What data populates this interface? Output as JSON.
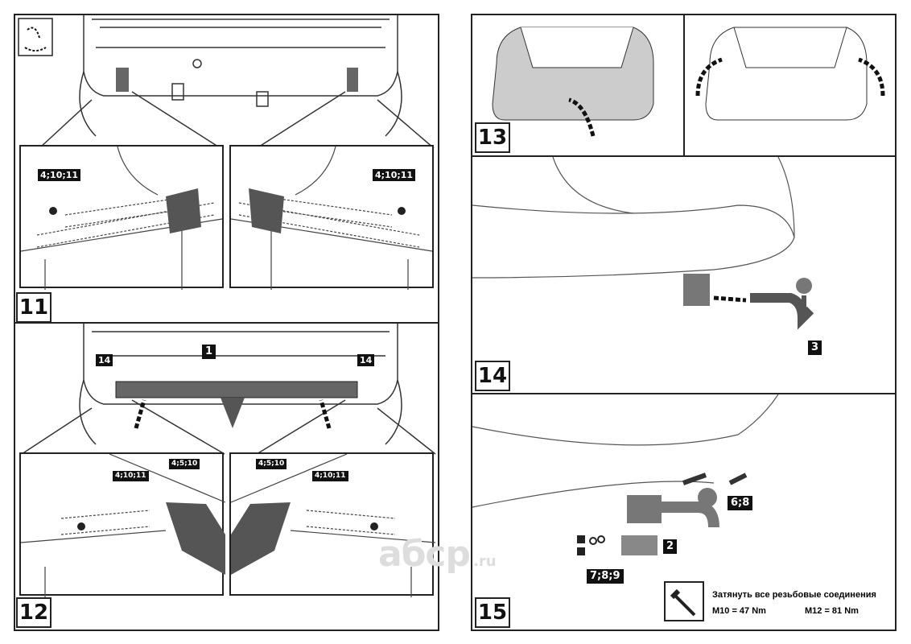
{
  "steps": {
    "s11": "11",
    "s12": "12",
    "s13": "13",
    "s14": "14",
    "s15": "15"
  },
  "labels": {
    "p11_left": "4;10;11",
    "p11_right": "4;10;11",
    "p12_part": "1",
    "p12_left": "14",
    "p12_right": "14",
    "p12_inset_l1": "4;10;11",
    "p12_inset_l2": "4;5;10",
    "p12_inset_r1": "4;5;10",
    "p12_inset_r2": "4;10;11",
    "p14_part": "3",
    "p15_part": "2",
    "p15_bolts": "6;8",
    "p15_nuts": "7;8;9"
  },
  "torque": {
    "instruction": "Затянуть все резьбовые соединения",
    "m10": "M10 = 47 Nm",
    "m12": "M12 = 81 Nm",
    "icon": "wrench-icon"
  },
  "watermark": {
    "text": "aбcp",
    "suffix": ".ru"
  }
}
